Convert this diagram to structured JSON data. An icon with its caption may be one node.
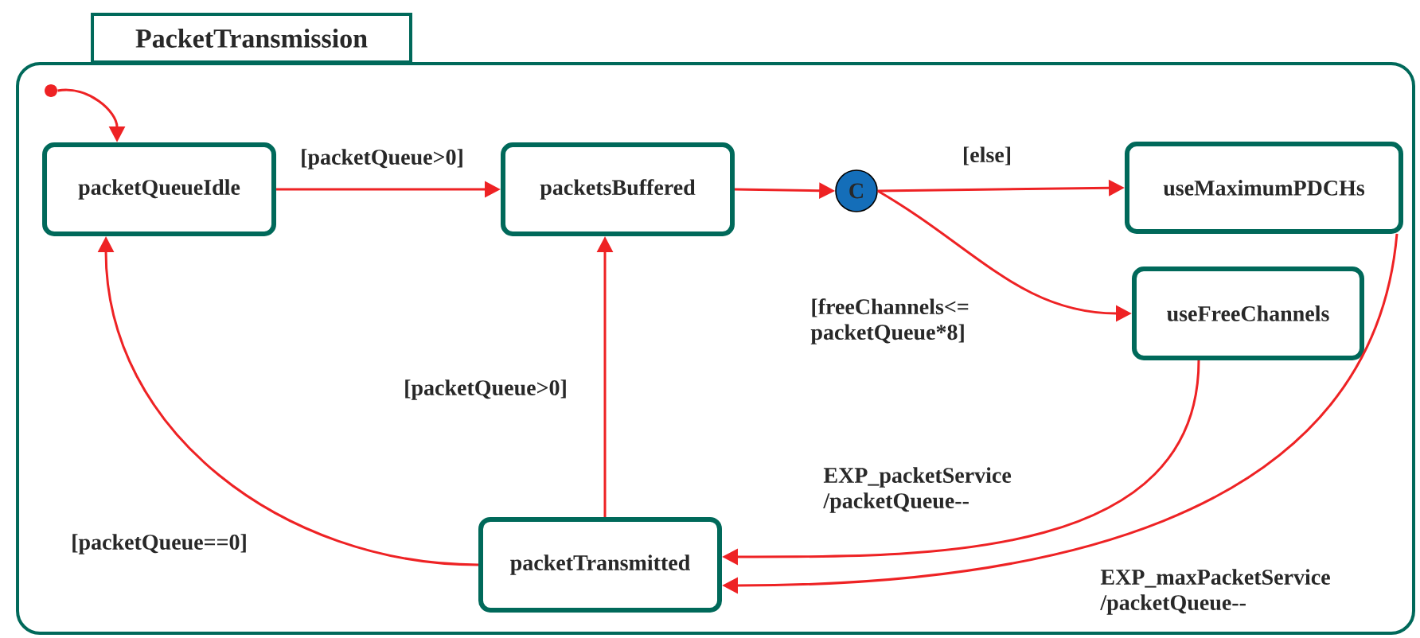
{
  "diagram": {
    "nodes": [
      {
        "text": [
          "PacketTransmission"
        ]
      },
      {
        "text": [],
        "shape": "circle",
        "in": 0
      },
      {
        "text": [
          "packetQueueIdle"
        ],
        "in": 0
      },
      {
        "text": [
          "packetsBuffered"
        ],
        "in": 0
      },
      {
        "text": [
          "C"
        ],
        "in": 0
      },
      {
        "text": [
          "useMaximumPDCHs"
        ],
        "in": 0
      },
      {
        "text": [
          "useFreeChannels"
        ],
        "in": 0
      },
      {
        "text": [
          "packetTransmitted"
        ],
        "in": 0
      }
    ],
    "edges": [
      {
        "from": 1,
        "to": 2,
        "arrow": "to"
      },
      {
        "from": 2,
        "to": 3,
        "arrow": "to",
        "label": "[packetQueue>0]"
      },
      {
        "from": 3,
        "to": 4,
        "arrow": "to"
      },
      {
        "from": 4,
        "to": 5,
        "arrow": "to",
        "label": "[else]"
      },
      {
        "from": 4,
        "to": 6,
        "arrow": "to",
        "label": "[freeChannels<= packetQueue*8]"
      },
      {
        "from": 7,
        "to": 3,
        "arrow": "to",
        "label": "[packetQueue>0]"
      },
      {
        "from": 7,
        "to": 2,
        "arrow": "to",
        "label": "[packetQueue==0]"
      },
      {
        "from": 6,
        "to": 7,
        "arrow": "to",
        "label": "EXP_packetService /packetQueue--"
      },
      {
        "from": 5,
        "to": 7,
        "arrow": "to",
        "label": "EXP_maxPacketService /packetQueue--"
      }
    ]
  }
}
